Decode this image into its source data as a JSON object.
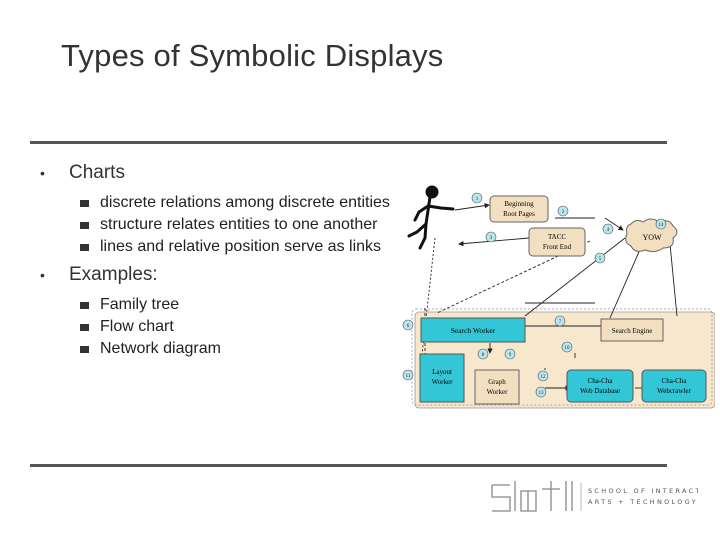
{
  "slide": {
    "title": "Types of Symbolic Displays",
    "bullets": [
      {
        "label": "Charts",
        "sub": [
          "discrete relations among discrete entities",
          "structure relates entities to one another",
          "lines and relative position serve as links"
        ]
      },
      {
        "label": "Examples:",
        "sub": [
          "Family tree",
          "Flow chart",
          "Network diagram"
        ]
      }
    ]
  },
  "diagram": {
    "nodes": {
      "beginning": [
        "Beginning",
        "Root Pages"
      ],
      "tacc": [
        "TACC",
        "Front End"
      ],
      "yow": [
        "YOW"
      ],
      "search_worker": [
        "Search Worker"
      ],
      "search_engine": [
        "Search Engine"
      ],
      "layout_worker": [
        "Layout",
        "Worker"
      ],
      "graph_worker": [
        "Graph",
        "Worker"
      ],
      "web_database": [
        "Cha-Cha",
        "Web Database"
      ],
      "webcrawler": [
        "Cha-Cha",
        "Webcrawler"
      ]
    },
    "badges": [
      "1",
      "2",
      "3",
      "4",
      "5",
      "6",
      "7",
      "8",
      "9",
      "10",
      "11",
      "12",
      "13",
      "14"
    ]
  },
  "logo": {
    "line1": "SCHOOL OF INTERACTIVE",
    "line2": "ARTS + TECHNOLOGY"
  },
  "colors": {
    "node_fill": "#f2dfc0",
    "box_fill": "#33c6d6",
    "rule": "#555555"
  }
}
